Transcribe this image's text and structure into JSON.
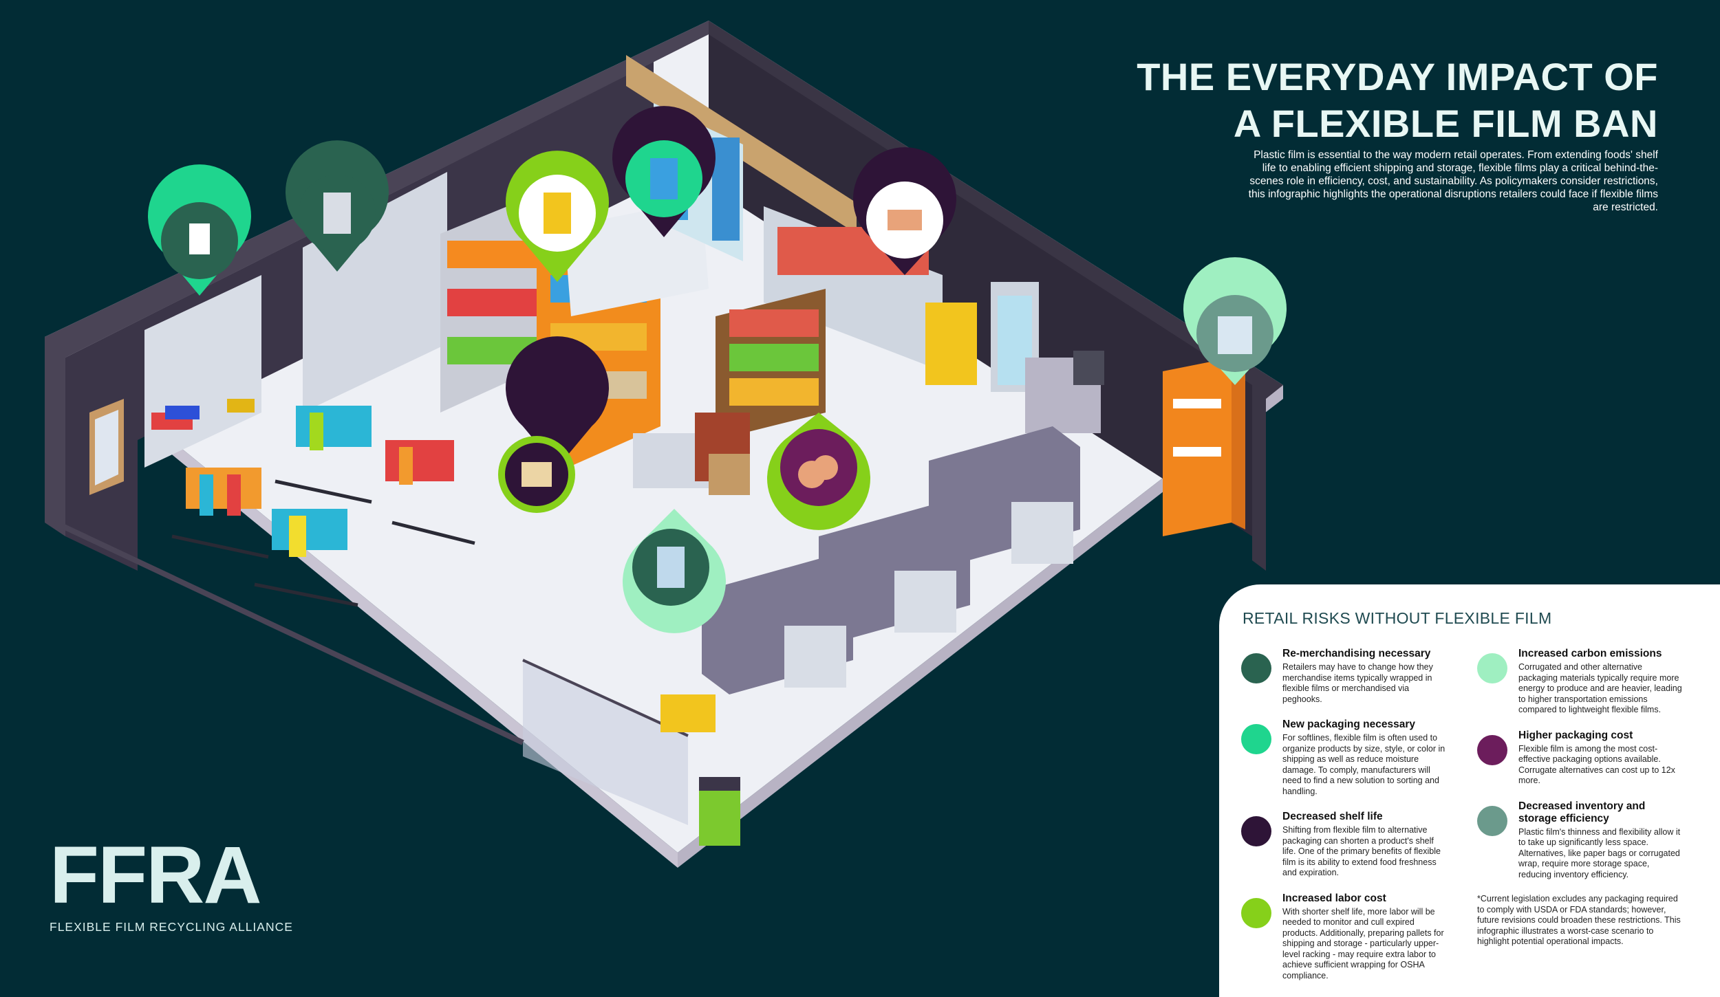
{
  "title_line1": "THE EVERYDAY IMPACT OF",
  "title_line2": "A FLEXIBLE FILM BAN",
  "intro": "Plastic film is essential to the way modern retail operates. From extending foods' shelf life to enabling efficient shipping and storage, flexible films play a critical behind-the-scenes role in efficiency, cost, and sustainability. As policymakers consider restrictions, this infographic highlights the operational disruptions retailers could face if flexible films are restricted.",
  "panel": {
    "heading": "RETAIL RISKS WITHOUT FLEXIBLE FILM",
    "left": [
      {
        "title": "Re-merchandising necessary",
        "text": "Retailers may have to change how they merchandise items typically wrapped in flexible films or merchandised via peghooks.",
        "color": "#2a6350"
      },
      {
        "title": "New packaging necessary",
        "text": "For softlines, flexible film is often used to organize products by size, style, or color in shipping as well as reduce moisture damage. To comply, manufacturers will need to find a new solution to sorting and handling.",
        "color": "#1fd58e"
      },
      {
        "title": "Decreased shelf life",
        "text": "Shifting from flexible film to alternative packaging can shorten a product's shelf life. One of the primary benefits of flexible film is its ability to extend food freshness and expiration.",
        "color": "#2e1437"
      },
      {
        "title": "Increased labor cost",
        "text": "With shorter shelf life, more labor will be needed to monitor and cull expired products. Additionally, preparing pallets for shipping and storage - particularly upper-level racking - may require extra labor to achieve sufficient wrapping for OSHA compliance.",
        "color": "#86d01a"
      }
    ],
    "right": [
      {
        "title": "Increased carbon emissions",
        "text": "Corrugated and other alternative packaging materials typically require more energy to produce and are heavier, leading to higher transportation emissions compared to lightweight flexible films.",
        "color": "#9fefc1"
      },
      {
        "title": "Higher packaging cost",
        "text": "Flexible film is among the most cost-effective packaging options available. Corrugate alternatives can cost up to 12x more.",
        "color": "#6c1d5c"
      },
      {
        "title": "Decreased inventory and storage efficiency",
        "text": "Plastic film's thinness and flexibility allow it to take up significantly less space. Alternatives, like paper bags or corrugated wrap, require more storage space, reducing inventory efficiency.",
        "color": "#6b9a8c"
      }
    ],
    "footnote": "*Current legislation excludes any packaging required to comply with USDA or FDA standards; however, future revisions could broaden these restrictions. This infographic illustrates a worst-case scenario to highlight potential operational impacts."
  },
  "logo": {
    "mark": "FFRA",
    "subtitle": "FLEXIBLE FILM RECYCLING ALLIANCE"
  },
  "icons": [
    "sock-icon",
    "pegboard-icon",
    "cereal-box-icon",
    "snack-bag-icon",
    "meat-tray-icon",
    "bread-icon",
    "produce-bag-icon",
    "water-bottles-icon",
    "shopping-bags-icon"
  ]
}
